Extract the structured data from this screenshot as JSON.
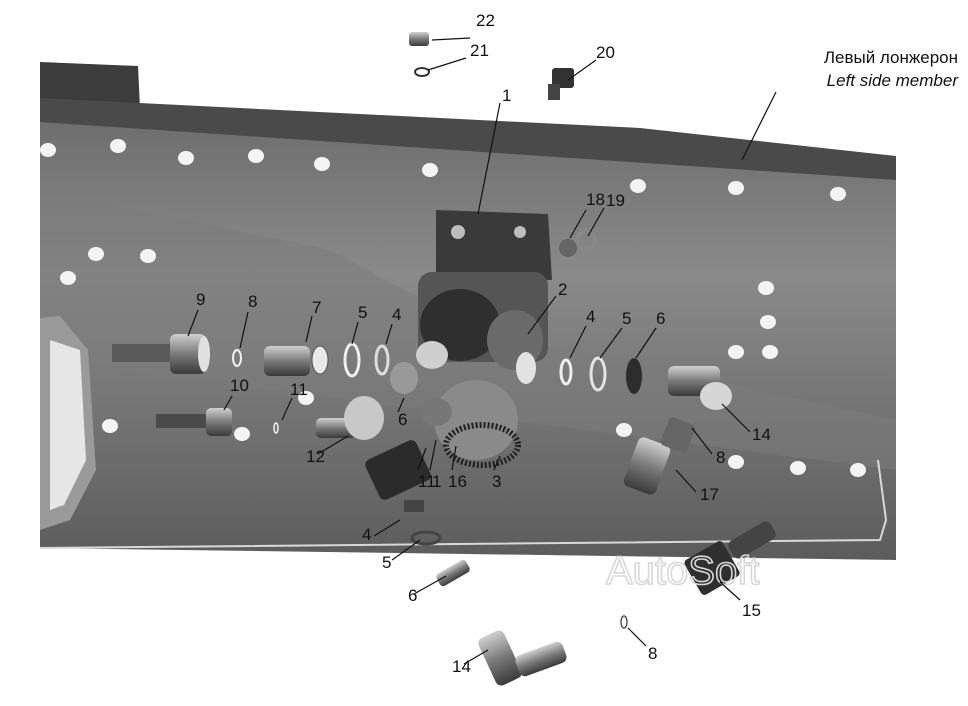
{
  "header": {
    "label_ru": "Левый лонжерон",
    "label_en": "Left side member"
  },
  "watermark": "AutoSoft",
  "callouts": [
    "22",
    "21",
    "20",
    "1",
    "18",
    "19",
    "2",
    "9",
    "8",
    "7",
    "5",
    "4",
    "4",
    "5",
    "6",
    "10",
    "11",
    "6",
    "12",
    "14",
    "8",
    "1",
    "11",
    "16",
    "3",
    "17",
    "4",
    "5",
    "6",
    "15",
    "14",
    "8"
  ]
}
